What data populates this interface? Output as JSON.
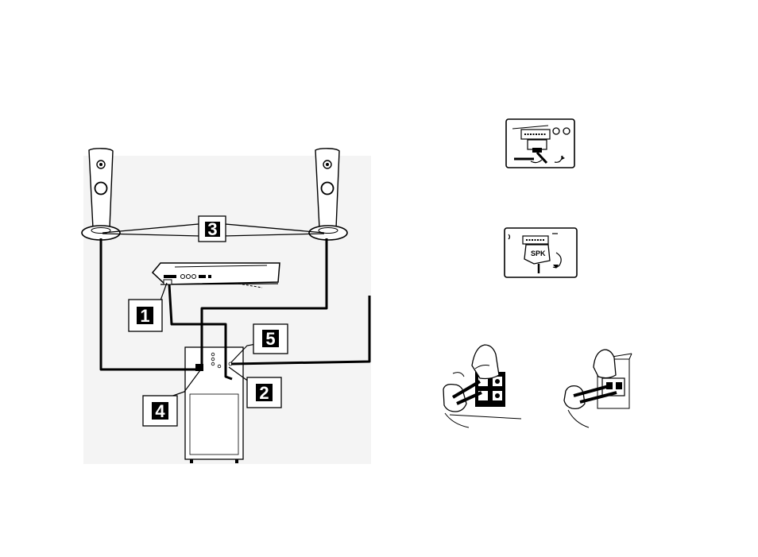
{
  "diagram": {
    "callouts": [
      {
        "id": "1",
        "label": "1"
      },
      {
        "id": "2",
        "label": "2"
      },
      {
        "id": "3",
        "label": "3"
      },
      {
        "id": "4",
        "label": "4"
      },
      {
        "id": "5",
        "label": "5"
      }
    ],
    "insets": {
      "connector_top": {
        "name": "connector-plug-inset"
      },
      "connector_spk": {
        "name": "spk-connector-inset",
        "label": "SPK"
      },
      "wire_left": {
        "name": "speaker-wire-clip-left-inset"
      },
      "wire_right": {
        "name": "speaker-wire-clip-right-inset"
      }
    }
  }
}
